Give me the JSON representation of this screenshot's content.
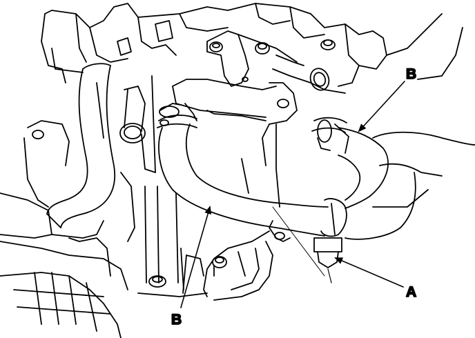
{
  "callouts": {
    "b_upper": "B",
    "b_lower": "B",
    "a": "A"
  },
  "colors": {
    "ink": "#000000",
    "paper": "#ffffff"
  }
}
